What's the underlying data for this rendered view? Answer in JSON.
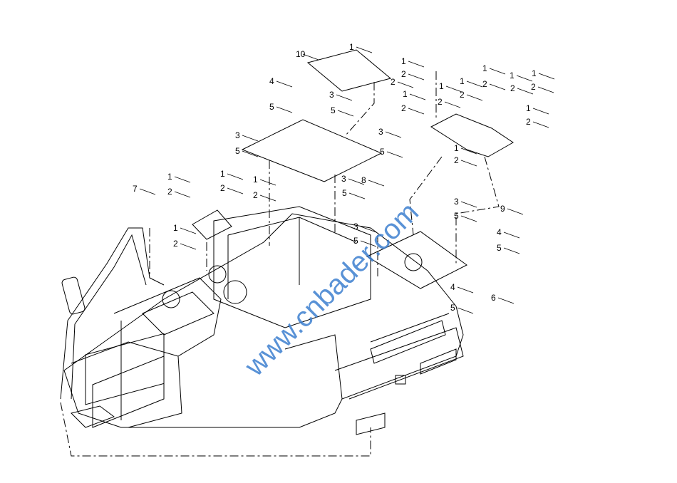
{
  "watermark": "www.cnbader.com",
  "callouts": [
    "1",
    "10",
    "2",
    "4",
    "3",
    "5",
    "5",
    "3",
    "3",
    "5",
    "5",
    "3",
    "8",
    "5",
    "1",
    "2",
    "1",
    "2",
    "1",
    "2",
    "1",
    "2",
    "1",
    "2",
    "1",
    "2",
    "1",
    "2",
    "1",
    "2",
    "1",
    "2",
    "9",
    "1",
    "2",
    "1",
    "2",
    "1",
    "2",
    "7",
    "1",
    "2",
    "3",
    "5",
    "3",
    "5",
    "4",
    "5",
    "4",
    "6",
    "5"
  ],
  "colors": {
    "line": "#000000",
    "watermark": "#3d7fd0"
  }
}
